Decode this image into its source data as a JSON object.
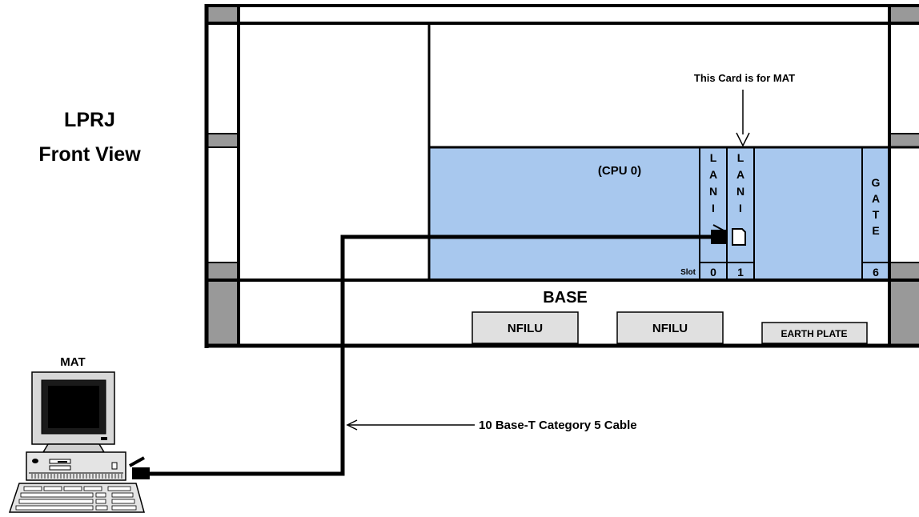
{
  "title": {
    "line1": "LPRJ",
    "line2": "Front View"
  },
  "annotation": "This Card is for MAT",
  "cpu_label": "(CPU 0)",
  "cards": [
    {
      "letters": [
        "L",
        "A",
        "N",
        "I"
      ],
      "slot": "0"
    },
    {
      "letters": [
        "L",
        "A",
        "N",
        "I"
      ],
      "slot": "1"
    },
    {
      "letters": [
        "G",
        "A",
        "T",
        "E"
      ],
      "slot": "6"
    }
  ],
  "slot_label": "Slot",
  "base_label": "BASE",
  "nfilu_1": "NFILU",
  "nfilu_2": "NFILU",
  "earth_plate": "EARTH PLATE",
  "mat_label": "MAT",
  "cable_label": "10 Base-T Category 5 Cable",
  "colors": {
    "cpu_shelf": "#a8c8ee",
    "rail": "#999999",
    "unit_box": "#e0e0e0",
    "line": "#000000"
  }
}
